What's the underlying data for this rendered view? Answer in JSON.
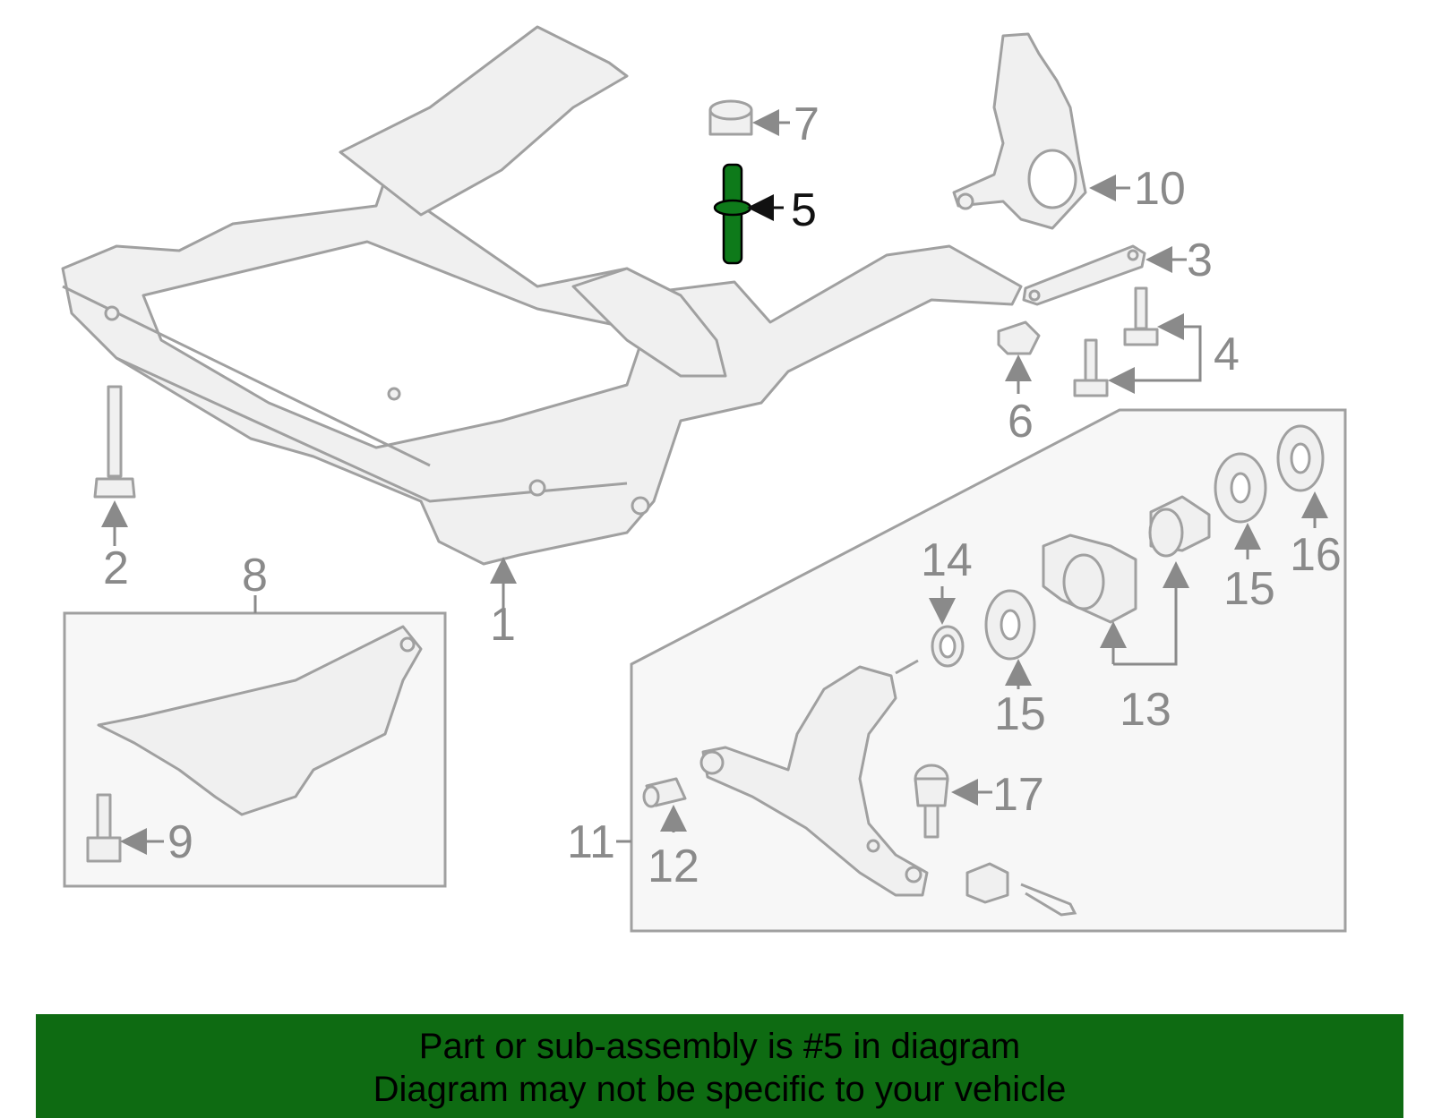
{
  "callouts": {
    "c1": "1",
    "c2": "2",
    "c3": "3",
    "c4": "4",
    "c5": "5",
    "c6": "6",
    "c7": "7",
    "c8": "8",
    "c9": "9",
    "c10": "10",
    "c11": "11",
    "c12": "12",
    "c13": "13",
    "c14": "14",
    "c15a": "15",
    "c15b": "15",
    "c16": "16",
    "c17": "17"
  },
  "highlight": {
    "part": "5",
    "color": "#0e7a1a"
  },
  "footer": {
    "line1": "Part or sub-assembly is #5 in diagram",
    "line2": "Diagram may not be specific to your vehicle",
    "background": "#0e6b12"
  }
}
